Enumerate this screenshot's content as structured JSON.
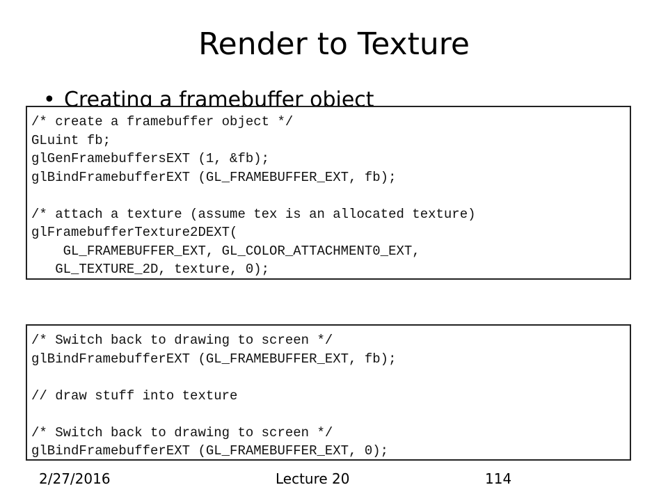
{
  "slide": {
    "title": "Render to Texture",
    "bullet": {
      "marker": "•",
      "text": "Creating a framebuffer object"
    }
  },
  "code_blocks": [
    {
      "lines": [
        "/* create a framebuffer object */",
        "GLuint fb;",
        "glGenFramebuffersEXT (1, &fb);",
        "glBindFramebufferEXT (GL_FRAMEBUFFER_EXT, fb);",
        "",
        "/* attach a texture (assume tex is an allocated texture)",
        "glFramebufferTexture2DEXT(",
        "    GL_FRAMEBUFFER_EXT, GL_COLOR_ATTACHMENT0_EXT,",
        "   GL_TEXTURE_2D, texture, 0);"
      ]
    },
    {
      "lines": [
        "/* Switch back to drawing to screen */",
        "glBindFramebufferEXT (GL_FRAMEBUFFER_EXT, fb);",
        "",
        "// draw stuff into texture",
        "",
        "/* Switch back to drawing to screen */",
        "glBindFramebufferEXT (GL_FRAMEBUFFER_EXT, 0);"
      ]
    }
  ],
  "footer": {
    "date": "2/27/2016",
    "lecture": "Lecture 20",
    "page": "114"
  }
}
